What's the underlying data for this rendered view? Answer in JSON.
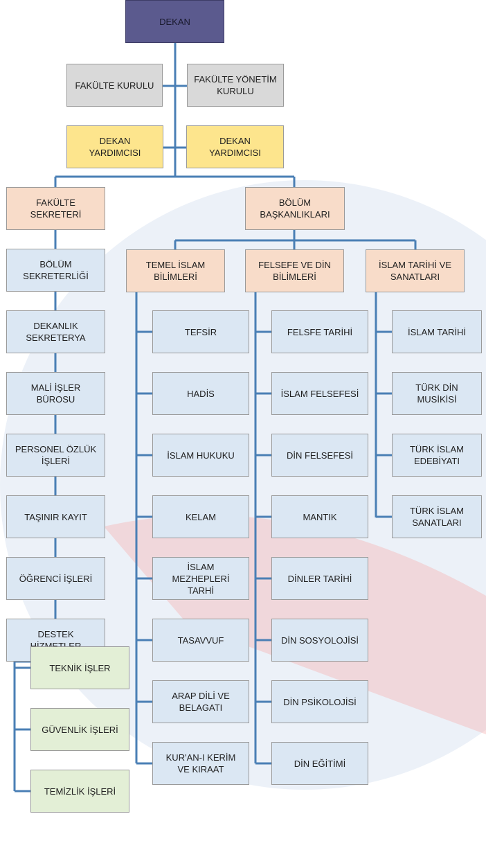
{
  "chart": {
    "dean": "DEKAN",
    "councils": {
      "faculty_board": "FAKÜLTE KURULU",
      "faculty_executive_board": "FAKÜLTE YÖNETİM\nKURULU"
    },
    "vice_deans": [
      "DEKAN\nYARDIMCISI",
      "DEKAN\nYARDIMCISI"
    ],
    "faculty_secretary": "FAKÜLTE\nSEKRETERİ",
    "department_heads": "BÖLÜM\nBAŞKANLIKLARI",
    "admin_units": [
      "BÖLÜM\nSEKRETERLİĞİ",
      "DEKANLIK\nSEKRETERYA",
      "MALİ İŞLER\nBÜROSU",
      "PERSONEL ÖZLÜK\nİŞLERİ",
      "TAŞINIR KAYIT",
      "ÖĞRENCİ İŞLERİ",
      "DESTEK\nHİZMETLER"
    ],
    "support_units": [
      "TEKNİK İŞLER",
      "GÜVENLİK İŞLERİ",
      "TEMİZLİK İŞLERİ"
    ],
    "departments": [
      {
        "name": "TEMEL İSLAM\nBİLİMLERİ",
        "units": [
          "TEFSİR",
          "HADİS",
          "İSLAM HUKUKU",
          "KELAM",
          "İSLAM\nMEZHEPLERİ\nTARHİ",
          "TASAVVUF",
          "ARAP DİLİ VE\nBELAGATI",
          "KUR'AN-I KERİM\nVE KIRAAT"
        ]
      },
      {
        "name": "FELSEFE VE DİN\nBİLİMLERİ",
        "units": [
          "FELSFE TARİHİ",
          "İSLAM FELSEFESİ",
          "DİN FELSEFESİ",
          "MANTIK",
          "DİNLER TARİHİ",
          "DİN SOSYOLOJİSİ",
          "DİN PSİKOLOJİSİ",
          "DİN EĞİTİMİ"
        ]
      },
      {
        "name": "İSLAM TARİHİ VE\nSANATLARI",
        "units": [
          "İSLAM TARİHİ",
          "TÜRK DİN\nMUSİKİSİ",
          "TÜRK İSLAM\nEDEBİYATI",
          "TÜRK İSLAM\nSANATLARI"
        ]
      }
    ]
  }
}
